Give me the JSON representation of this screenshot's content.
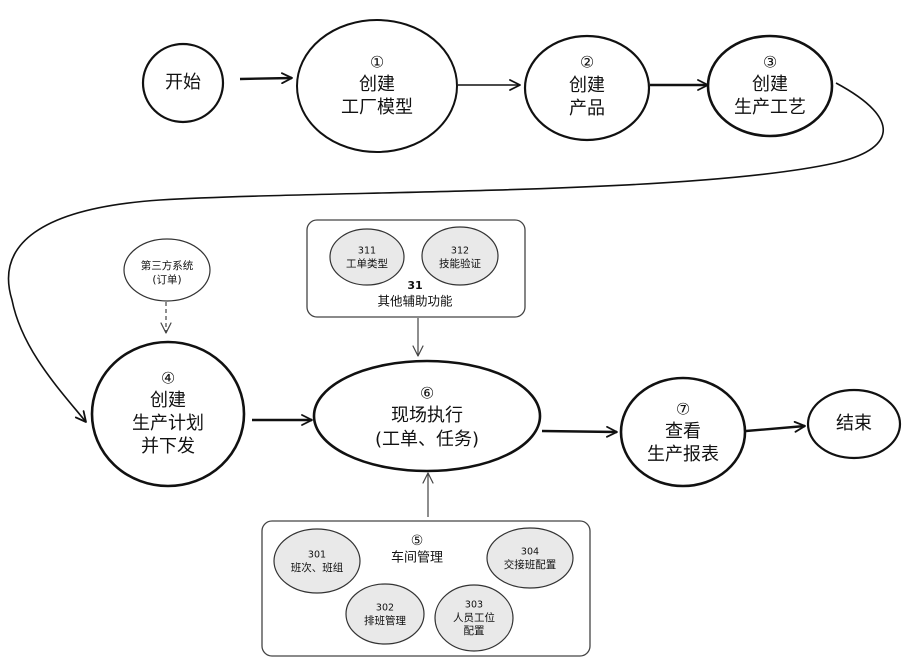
{
  "diagram": {
    "start": {
      "text": "开始"
    },
    "end": {
      "text": "结束"
    },
    "steps": [
      {
        "num": "①",
        "line1": "创建",
        "line2": "工厂模型"
      },
      {
        "num": "②",
        "line1": "创建",
        "line2": "产品"
      },
      {
        "num": "③",
        "line1": "创建",
        "line2": "生产工艺"
      },
      {
        "num": "④",
        "line1": "创建",
        "line2": "生产计划",
        "line3": "并下发"
      },
      {
        "num": "⑥",
        "line1": "现场执行",
        "line2": "(工单、任务)"
      },
      {
        "num": "⑦",
        "line1": "查看",
        "line2": "生产报表"
      }
    ],
    "third_party": {
      "line1": "第三方系统",
      "line2": "(订单)"
    },
    "other_functions": {
      "num": "31",
      "title": "其他辅助功能",
      "items": [
        {
          "num": "311",
          "label": "工单类型"
        },
        {
          "num": "312",
          "label": "技能验证"
        }
      ]
    },
    "workshop": {
      "num": "⑤",
      "title": "车间管理",
      "items": [
        {
          "num": "301",
          "label": "班次、班组"
        },
        {
          "num": "302",
          "label": "排班管理"
        },
        {
          "num": "303",
          "line1": "人员工位",
          "line2": "配置"
        },
        {
          "num": "304",
          "label": "交接班配置"
        }
      ]
    }
  }
}
